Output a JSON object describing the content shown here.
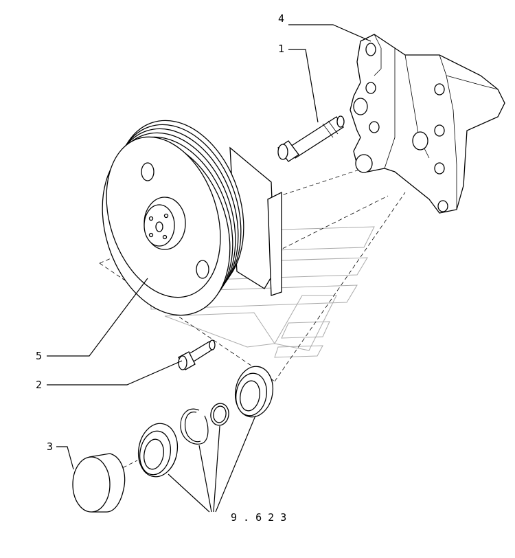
{
  "callouts": [
    {
      "id": "c1",
      "label": "1"
    },
    {
      "id": "c2",
      "label": "2"
    },
    {
      "id": "c3",
      "label": "3"
    },
    {
      "id": "c4",
      "label": "4"
    },
    {
      "id": "c5",
      "label": "5"
    },
    {
      "id": "c9623",
      "label": "9 . 6 2 3"
    }
  ],
  "colors": {
    "line": "#000000",
    "watermark": "#aaaaaa",
    "background": "#ffffff"
  }
}
